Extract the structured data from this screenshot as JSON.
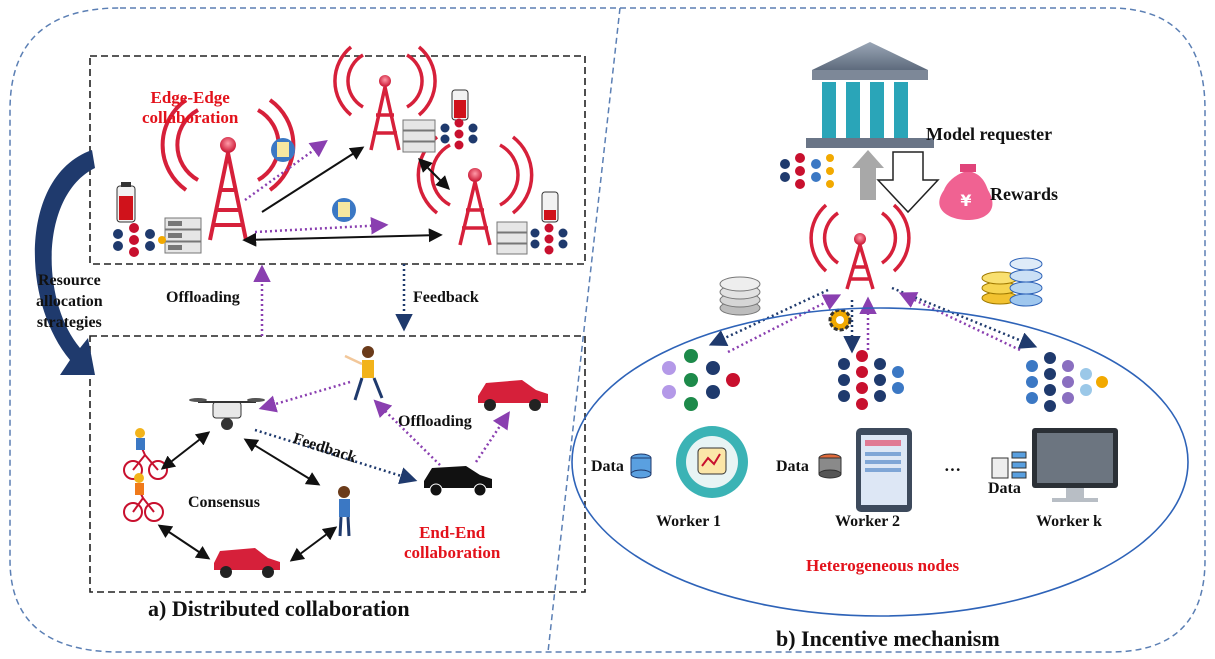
{
  "left_panel": {
    "edge_edge_label_line1": "Edge-Edge",
    "edge_edge_label_line2": "collaboration",
    "end_end_label_line1": "End-End",
    "end_end_label_line2": "collaboration",
    "offloading_up": "Offloading",
    "feedback_down": "Feedback",
    "resource_line1": "Resource",
    "resource_line2": "allocation",
    "resource_line3": "strategies",
    "offloading_inner": "Offloading",
    "feedback_inner": "Feedback",
    "consensus": "Consensus",
    "caption": "a) Distributed collaboration"
  },
  "right_panel": {
    "model_requester": "Model requester",
    "rewards": "Rewards",
    "yen_symbol": "¥",
    "workers": [
      "Worker 1",
      "Worker 2",
      "Worker k"
    ],
    "data_label": "Data",
    "ellipsis": "···",
    "heterogeneous": "Heterogeneous nodes",
    "caption": "b) Incentive mechanism"
  },
  "colors": {
    "accent_red": "#e3121b",
    "dash_blue": "#5b7fb4",
    "navy": "#1f3a6d",
    "purple": "#8a3fb0",
    "tower_red": "#d6203a",
    "ellipse_blue": "#2e63b8"
  }
}
